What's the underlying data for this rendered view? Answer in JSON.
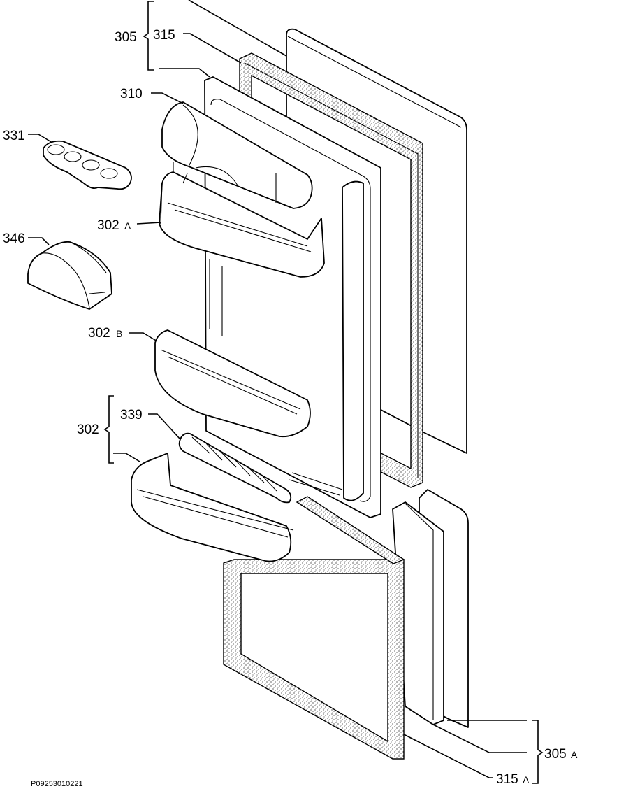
{
  "labels": {
    "l305": "305",
    "l315": "315",
    "l310": "310",
    "l331": "331",
    "l302a_num": "302",
    "l302a_suf": "A",
    "l346": "346",
    "l302b_num": "302",
    "l302b_suf": "B",
    "l339": "339",
    "l302": "302",
    "l305a_num": "305",
    "l305a_suf": "A",
    "l315a_num": "315",
    "l315a_suf": "A"
  },
  "drawing_code": "P09253010221"
}
